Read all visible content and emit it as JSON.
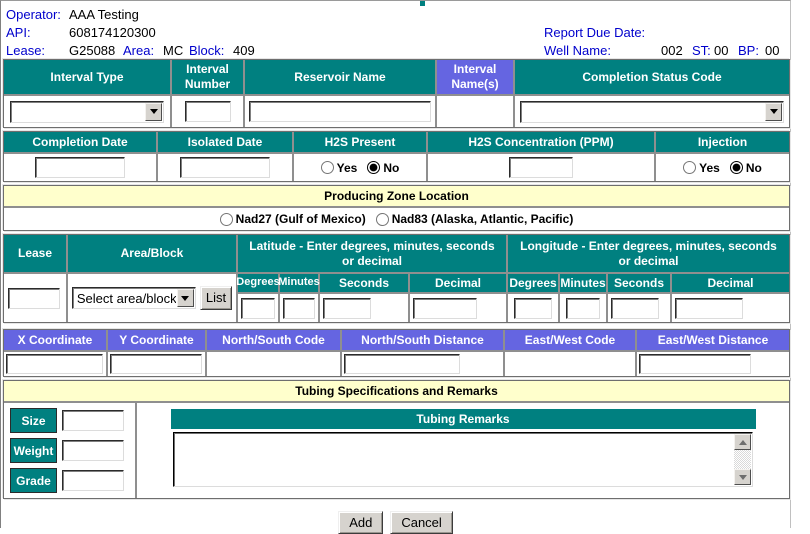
{
  "info": {
    "operator_label": "Operator:",
    "operator_value": "AAA Testing",
    "api_label": "API:",
    "api_value": "608174120300",
    "lease_label": "Lease:",
    "lease_value": "G25088",
    "area_label": "Area:",
    "area_value": "MC",
    "block_label": "Block:",
    "block_value": "409",
    "report_due_label": "Report Due Date:",
    "well_name_label": "Well Name:",
    "well_name_value": "002",
    "st_label": "ST:",
    "st_value": "00",
    "bp_label": "BP:",
    "bp_value": "00"
  },
  "interval": {
    "headers": [
      "Interval Type",
      "Interval Number",
      "Reservoir Name",
      "Interval Name(s)",
      "Completion Status Code"
    ],
    "type_value": "",
    "number_value": "",
    "reservoir_value": "",
    "status_value": ""
  },
  "completion": {
    "headers": [
      "Completion Date",
      "Isolated Date",
      "H2S Present",
      "H2S Concentration (PPM)",
      "Injection"
    ],
    "date_value": "",
    "isolated_value": "",
    "concentration_value": "",
    "yes_label": "Yes",
    "no_label": "No",
    "h2s_selected": "No",
    "injection_selected": "No"
  },
  "zone": {
    "title": "Producing Zone Location",
    "nad27_label": "Nad27 (Gulf of Mexico)",
    "nad83_label": "Nad83 (Alaska, Atlantic, Pacific)"
  },
  "location": {
    "lease_label": "Lease",
    "area_block_label": "Area/Block",
    "latitude_label": "Latitude - Enter degrees, minutes, seconds or decimal",
    "longitude_label": "Longitude - Enter degrees, minutes, seconds or decimal",
    "sub_headers": [
      "Degrees",
      "Minutes",
      "Seconds",
      "Decimal"
    ],
    "lease_value": "",
    "area_block_selected": "Select area/block",
    "list_button_label": "List"
  },
  "coordinates": {
    "headers": [
      "X Coordinate",
      "Y Coordinate",
      "North/South Code",
      "North/South Distance",
      "East/West Code",
      "East/West Distance"
    ],
    "x_value": "",
    "y_value": "",
    "ns_distance_value": "",
    "ew_distance_value": ""
  },
  "tubing": {
    "title": "Tubing Specifications and Remarks",
    "size_label": "Size",
    "weight_label": "Weight",
    "grade_label": "Grade",
    "remarks_header": "Tubing Remarks",
    "size_value": "",
    "weight_value": "",
    "grade_value": "",
    "remarks_value": ""
  },
  "actions": {
    "add_label": "Add",
    "cancel_label": "Cancel"
  },
  "colors": {
    "teal": "#008080",
    "purple": "#6565E1",
    "yellow": "#FFFFCC",
    "label_blue": "#0000CC"
  }
}
